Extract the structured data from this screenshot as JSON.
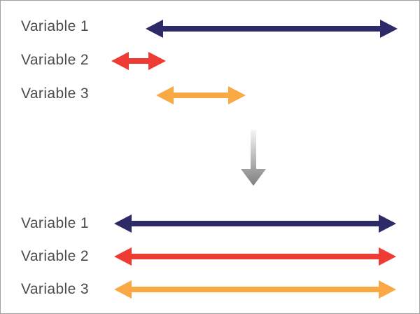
{
  "colors": {
    "navy": "#2d2a67",
    "red": "#ee3b33",
    "orange": "#f9a943",
    "gray_gradient_start": "#f6f6f6",
    "gray_gradient_end": "#7e7e7e",
    "label_text": "#4b4b4d",
    "border": "#a1a1a1",
    "background": "#ffffff"
  },
  "before": {
    "rows": [
      {
        "label": "Variable 1",
        "color": "#2d2a67",
        "range_length": "long"
      },
      {
        "label": "Variable 2",
        "color": "#ee3b33",
        "range_length": "short"
      },
      {
        "label": "Variable 3",
        "color": "#f9a943",
        "range_length": "medium"
      }
    ]
  },
  "transform": {
    "icon": "down-arrow"
  },
  "after": {
    "rows": [
      {
        "label": "Variable 1",
        "color": "#2d2a67",
        "range_length": "full"
      },
      {
        "label": "Variable 2",
        "color": "#ee3b33",
        "range_length": "full"
      },
      {
        "label": "Variable 3",
        "color": "#f9a943",
        "range_length": "full"
      }
    ]
  }
}
